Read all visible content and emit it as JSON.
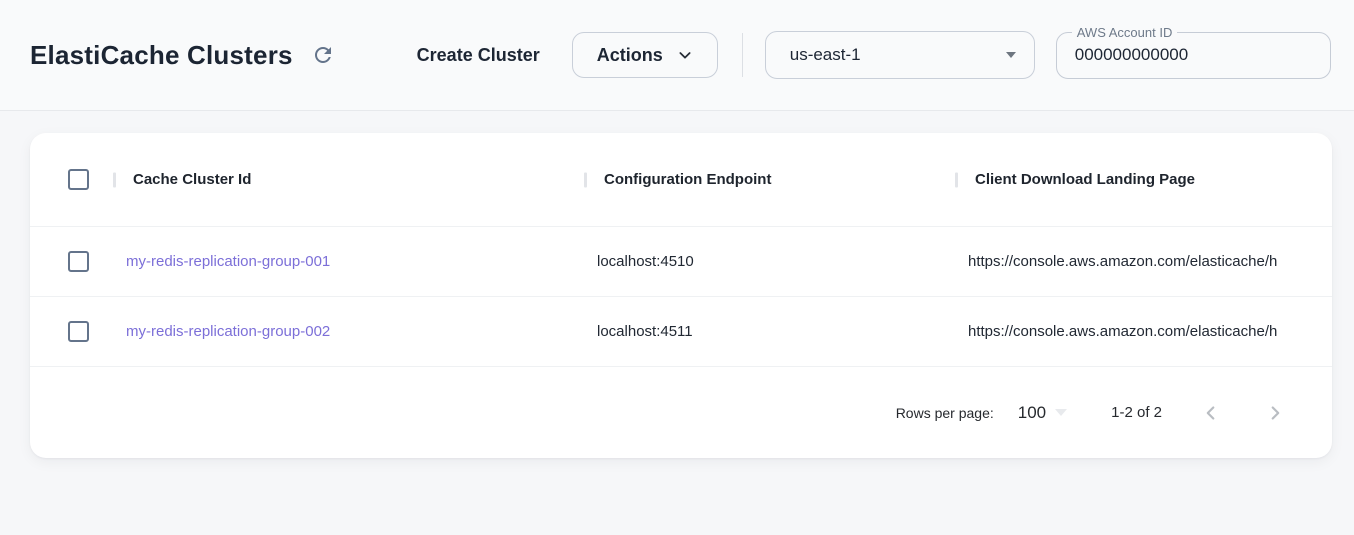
{
  "header": {
    "title": "ElastiCache Clusters",
    "create_button_label": "Create Cluster",
    "actions_button_label": "Actions",
    "region_selected": "us-east-1",
    "account_field": {
      "label": "AWS Account ID",
      "value": "000000000000"
    }
  },
  "table": {
    "columns": [
      {
        "label": "Cache Cluster Id"
      },
      {
        "label": "Configuration Endpoint"
      },
      {
        "label": "Client Download Landing Page"
      }
    ],
    "rows": [
      {
        "cache_cluster_id": "my-redis-replication-group-001",
        "configuration_endpoint": "localhost:4510",
        "client_download_landing_page": "https://console.aws.amazon.com/elasticache/h"
      },
      {
        "cache_cluster_id": "my-redis-replication-group-002",
        "configuration_endpoint": "localhost:4511",
        "client_download_landing_page": "https://console.aws.amazon.com/elasticache/h"
      }
    ]
  },
  "pagination": {
    "rows_per_page_label": "Rows per page:",
    "rows_per_page_value": "100",
    "range_label": "1-2 of 2"
  },
  "icons": {
    "refresh": "refresh-icon",
    "actions_chevron": "chevron-down-icon",
    "region_arrow": "arrow-drop-down-icon",
    "rows_per_page_arrow": "arrow-drop-down-icon",
    "page_prev": "chevron-left-icon",
    "page_next": "chevron-right-icon"
  },
  "colors": {
    "page_background": "#f6f7f9",
    "card_background": "#ffffff",
    "link_purple": "#7c6fd8",
    "checkbox_border": "#64748b",
    "icon_gray_blue": "#64748b",
    "disabled_chevron": "#b9bdc2",
    "border_gray": "#c9cfd9",
    "divider": "#eff1f3",
    "text_dark": "#1d2634"
  }
}
